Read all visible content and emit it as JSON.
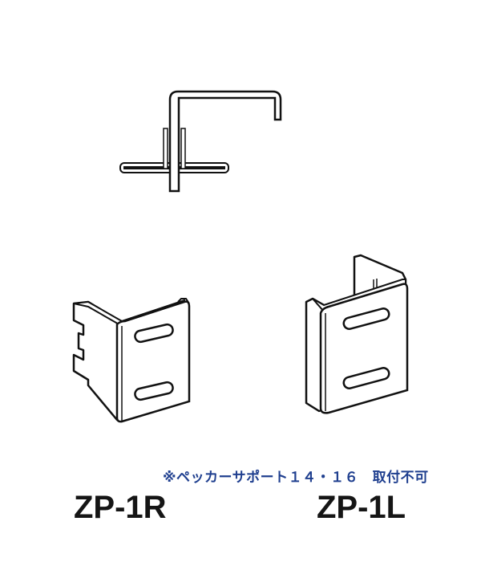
{
  "figures": [
    {
      "id": "top-view",
      "description": "Cross-section / top view of bracket hooking over a panel"
    },
    {
      "id": "zp-1r",
      "description": "Bracket ZP-1R, right-hand, with notched hooks on left flange and two slotted holes"
    },
    {
      "id": "zp-1l",
      "description": "Bracket ZP-1L, left-hand, with two slotted holes"
    }
  ],
  "note": {
    "text": "※ペッカーサポート１４・１６　取付不可",
    "color": "#1f3f8f"
  },
  "labels": {
    "right": "ZP-1R",
    "left": "ZP-1L"
  }
}
